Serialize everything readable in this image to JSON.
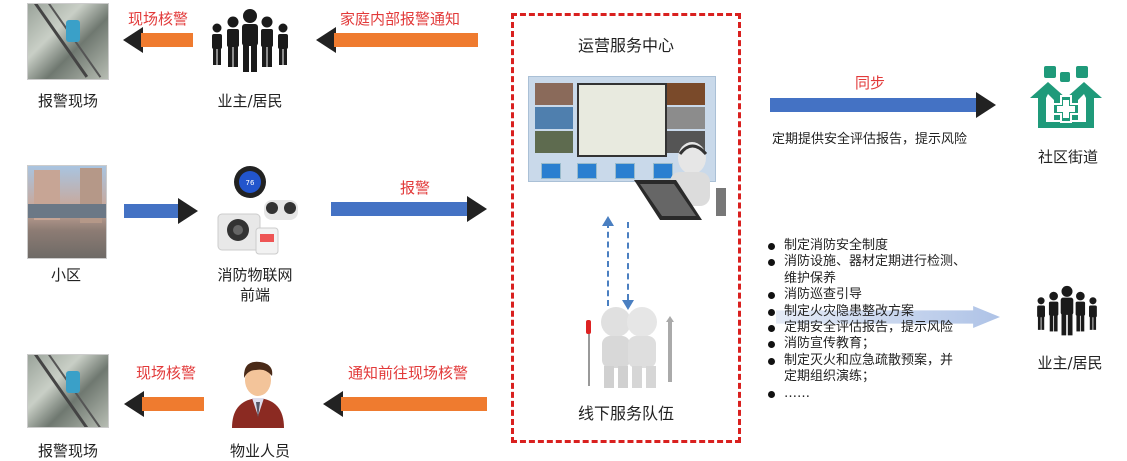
{
  "top_row": {
    "left_node": {
      "label": "报警现场",
      "icon": "alarm-scene-photo"
    },
    "arrow_left_label": "现场核警",
    "middle_node": {
      "label": "业主/居民",
      "icon": "people-group-icon"
    },
    "arrow_right_label": "家庭内部报警通知"
  },
  "middle_row": {
    "left_node": {
      "label": "小区",
      "icon": "community-photo"
    },
    "middle_node": {
      "label_line1": "消防物联网",
      "label_line2": "前端",
      "icon": "iot-devices-icon"
    },
    "arrow_label": "报警"
  },
  "bottom_row": {
    "left_node": {
      "label": "报警现场",
      "icon": "alarm-scene-photo"
    },
    "arrow_left_label": "现场核警",
    "middle_node": {
      "label": "物业人员",
      "icon": "property-staff-icon"
    },
    "arrow_right_label": "通知前往现场核警"
  },
  "center_box": {
    "title": "运营服务中心",
    "bottom_title": "线下服务队伍"
  },
  "right_top": {
    "arrow_label": "同步",
    "arrow_caption": "定期提供安全评估报告，提示风险",
    "node_label": "社区街道",
    "icon": "community-street-icon"
  },
  "right_bottom": {
    "bullets": [
      "制定消防安全制度",
      "消防设施、器材定期进行检测、",
      "维护保养",
      "消防巡查引导",
      "制定火灾隐患整改方案",
      "定期安全评估报告，提示风险",
      "消防宣传教育；",
      "制定灭火和应急疏散预案，并",
      "定期组织演练；",
      "……"
    ],
    "node_label": "业主/居民"
  },
  "colors": {
    "orange_arrow": "#ef7b2f",
    "blue_arrow": "#4472c4",
    "red_label": "#e23a3a",
    "dash_border": "#d9201f",
    "community_green": "#1f9a7a"
  }
}
